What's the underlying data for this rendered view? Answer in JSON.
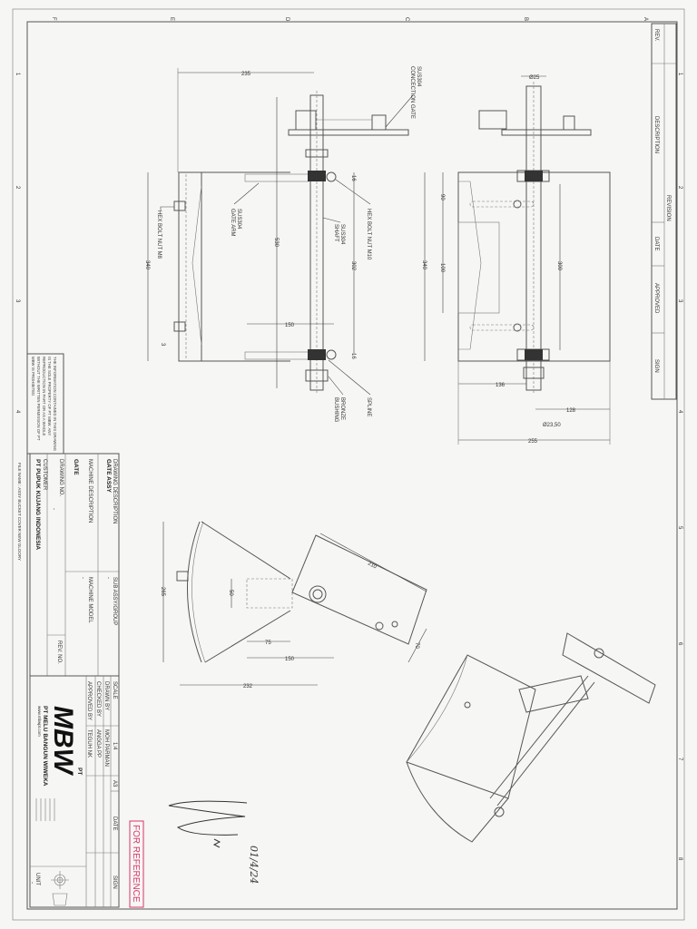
{
  "border": {
    "columns": [
      "F",
      "E",
      "D",
      "C",
      "B",
      "A"
    ],
    "rows": [
      "1",
      "2",
      "3",
      "4",
      "5",
      "6",
      "7",
      "8"
    ]
  },
  "revision_table": {
    "rev": "REV.",
    "description": "DESCRIPTION",
    "revision": "REVISION",
    "date": "DATE",
    "approved": "APPROVED",
    "sign": "SIGN"
  },
  "top_view": {
    "dims": {
      "width": "235",
      "length": "530",
      "height": "340",
      "shaft_span": "302",
      "arm": "150",
      "gap_top": "16",
      "gap_bottom": "16",
      "offset": "3"
    },
    "labels": {
      "connection_gate": "CONCECTION GATE",
      "connection_gate_mat": "SUS304",
      "hex_bolt_m8": "HEX BOLT NUT M8",
      "gate_arm": "GATE ARM",
      "gate_arm_mat": "SUS304",
      "shaft": "SHAFT",
      "shaft_mat": "SUS304",
      "hex_bolt_m10": "HEX BOLT NUT M10",
      "spline": "SPLINE",
      "bushing": "BUSHING",
      "bushing_mat": "BRONZE"
    }
  },
  "front_view": {
    "dims": {
      "shaft_dia": "Ø25",
      "d90": "90",
      "d100": "100",
      "height": "340",
      "d300": "300",
      "d136": "136",
      "d128": "128",
      "inner_dia": "Ø23,50",
      "width": "255"
    }
  },
  "side_view": {
    "dims": {
      "height": "265",
      "d50": "50",
      "d75": "75",
      "d150": "150",
      "d232": "232",
      "d210": "210",
      "d70": "70"
    }
  },
  "notice": "THE INFORMATION CONTAINED IN THIS DRAWING IS THE SOLE PROPERTY OF PT MBW. ANY REPRODUCTION IN PART OR AS A WHOLE WITHOUT THE WRITTEN PERMISSION OF PT MBW IS PROHIBITED",
  "title_block": {
    "drawing_description_label": "DRAWING DESCRIPTION",
    "drawing_description": "GATE ASSY",
    "sub_assy_label": "SUB ASSY/GROUP",
    "sub_assy": "-",
    "machine_description_label": "MACHINE DESCRIPTION",
    "machine_description": "GATE",
    "machine_model_label": "MACHINE MODEL",
    "machine_model": "-",
    "drawing_no_label": "DRAWING NO.",
    "drawing_no": "-",
    "rev_no_label": "REV. NO.",
    "customer_label": "CUSTOMER",
    "customer": "PT PUPUK KUJANG INDONESIA",
    "file_name": "FILE NAME : ASSY BUCKET COVER NEW GLOORY",
    "scale_label": "SCALE",
    "scale": "1:4",
    "paper": "A3",
    "date_label": "DATE",
    "sign_label": "SIGN",
    "drawn_by_label": "DRAWN BY",
    "drawn_by": "MOH PARMAN",
    "checked_by_label": "CHECKED BY",
    "checked_by": "ANGGA PP",
    "approved_by_label": "APPROVED BY",
    "approved_by": "TEGUH NK",
    "unit_label": "UNIT",
    "unit": "-",
    "company_logo": "MBW",
    "company_logo_suffix": "PT",
    "company_name": "PT MELU BANGUN WIWEKA",
    "company_web": "www.mbwpt.com"
  },
  "stamp": {
    "text": "FOR REFERENCE",
    "color": "#d8356a"
  },
  "handwritten_date": "01/4/24"
}
